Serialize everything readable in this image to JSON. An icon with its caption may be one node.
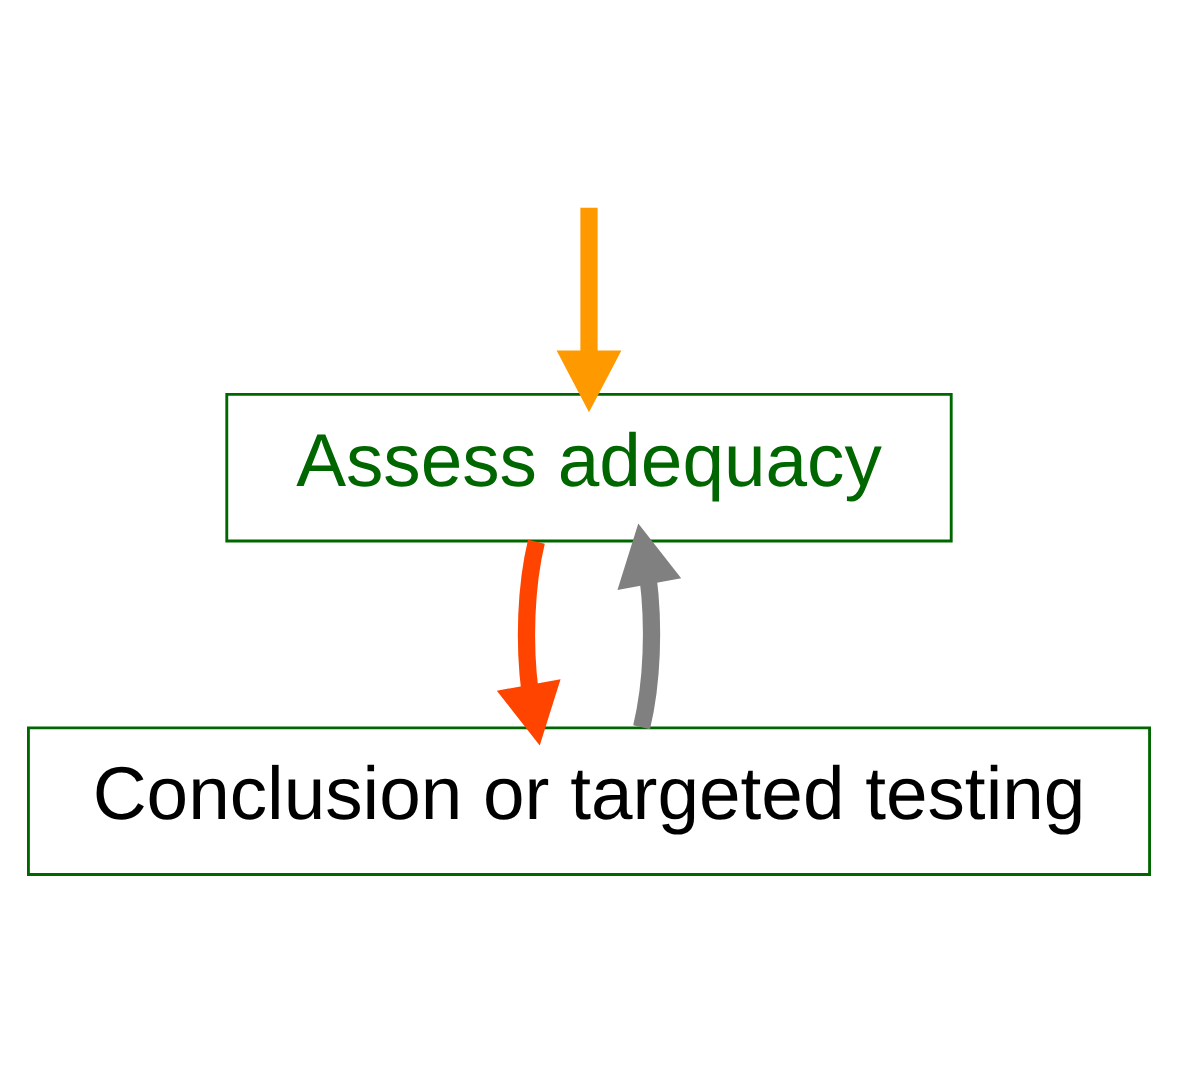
{
  "diagram": {
    "nodes": [
      {
        "text": [
          "Assess adequacy"
        ]
      },
      {
        "text": [
          "Conclusion or targeted testing"
        ]
      }
    ],
    "edges": [
      {
        "from": null,
        "to": 0,
        "arrow": "to",
        "color": "#ff9900"
      },
      {
        "from": 0,
        "to": 1,
        "arrow": "to",
        "color": "#ff4400"
      },
      {
        "from": 1,
        "to": 0,
        "arrow": "to",
        "color": "#808080"
      }
    ]
  }
}
